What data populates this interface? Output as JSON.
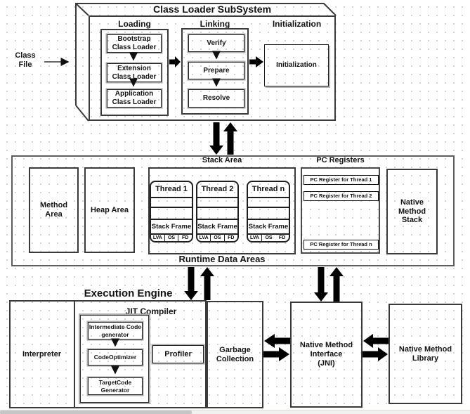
{
  "colors": {
    "border_dark": "#3a3a3a",
    "arrow_black": "#000000",
    "dot_grid": "#c9c9c9",
    "scrollbar_track": "#f1f1f0",
    "scrollbar_thumb": "#c6c6c6"
  },
  "class_file": {
    "label": "Class\nFile"
  },
  "class_loader": {
    "title": "Class Loader SubSystem",
    "loading_label": "Loading",
    "linking_label": "Linking",
    "initialization_label": "Initialization",
    "loading_steps": [
      "Bootstrap\nClass Loader",
      "Extension\nClass Loader",
      "Application\nClass Loader"
    ],
    "linking_steps": [
      "Verify",
      "Prepare",
      "Resolve"
    ],
    "initialization_box": "Initialization"
  },
  "runtime": {
    "title": "Runtime Data Areas",
    "method_area": "Method\nArea",
    "heap_area": "Heap Area",
    "stack_area_label": "Stack Area",
    "threads": [
      {
        "title": "Thread 1",
        "frame": "Stack Frame",
        "cells": [
          "LVA",
          "OS",
          "FD"
        ]
      },
      {
        "title": "Thread 2",
        "frame": "Stack Frame",
        "cells": [
          "LVA",
          "OS",
          "FD"
        ]
      },
      {
        "title": "Thread n",
        "frame": "Stack Frame",
        "cells": [
          "LVA",
          "OS",
          "FD"
        ]
      }
    ],
    "pc_registers_label": "PC Registers",
    "pc_registers": [
      "PC Register for Thread 1",
      "PC Register for Thread 2",
      "PC Register for Thread n"
    ],
    "native_method_stack": "Native\nMethod\nStack"
  },
  "execution_engine": {
    "title": "Execution Engine",
    "interpreter": "Interpreter",
    "jit_label": "JIT Compiler",
    "jit_steps": [
      "Intermediate Code\ngenerator",
      "CodeOptimizer",
      "TargetCode\nGenerator"
    ],
    "profiler": "Profiler",
    "garbage_collection": "Garbage\nCollection"
  },
  "native_method_interface": "Native Method\nInterface\n(JNI)",
  "native_method_library": "Native Method\nLibrary"
}
